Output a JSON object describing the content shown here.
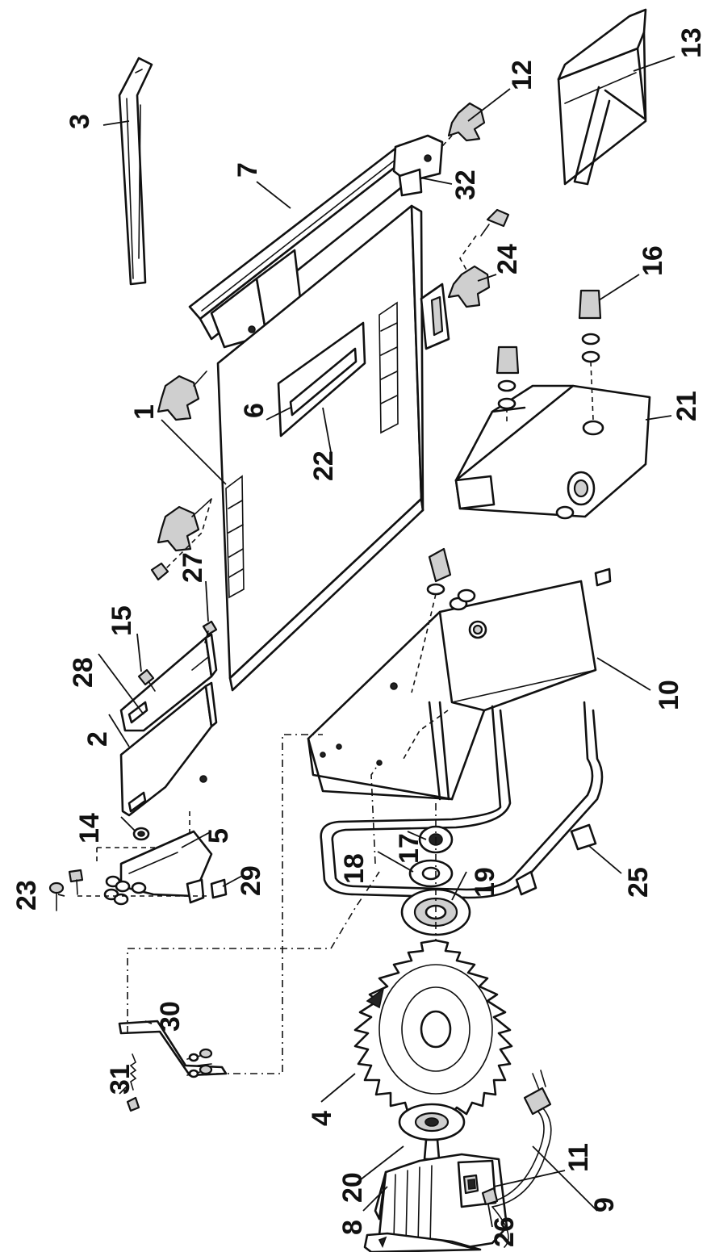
{
  "diagram": {
    "labels": [
      {
        "id": "p1",
        "text": "1",
        "part": "table-top"
      },
      {
        "id": "p2",
        "text": "2",
        "part": "blade-guard-left"
      },
      {
        "id": "p3",
        "text": "3",
        "part": "push-stick"
      },
      {
        "id": "p4",
        "text": "4",
        "part": "saw-blade"
      },
      {
        "id": "p5",
        "text": "5",
        "part": "guard-bracket"
      },
      {
        "id": "p6",
        "text": "6",
        "part": "table-insert"
      },
      {
        "id": "p7",
        "text": "7",
        "part": "rip-fence"
      },
      {
        "id": "p8",
        "text": "8",
        "part": "motor"
      },
      {
        "id": "p9",
        "text": "9",
        "part": "power-cord"
      },
      {
        "id": "p10",
        "text": "10",
        "part": "base-frame"
      },
      {
        "id": "p11",
        "text": "11",
        "part": "switch"
      },
      {
        "id": "p12",
        "text": "12",
        "part": "fence-knob"
      },
      {
        "id": "p13",
        "text": "13",
        "part": "mitre-guide"
      },
      {
        "id": "p14",
        "text": "14",
        "part": "nut"
      },
      {
        "id": "p15",
        "text": "15",
        "part": "screw"
      },
      {
        "id": "p16",
        "text": "16",
        "part": "bolt"
      },
      {
        "id": "p17",
        "text": "17",
        "part": "nut"
      },
      {
        "id": "p18",
        "text": "18",
        "part": "washer"
      },
      {
        "id": "p19",
        "text": "19",
        "part": "flange"
      },
      {
        "id": "p20",
        "text": "20",
        "part": "inner-flange"
      },
      {
        "id": "p21",
        "text": "21",
        "part": "motor-bracket"
      },
      {
        "id": "p22",
        "text": "22",
        "part": "insert-slot"
      },
      {
        "id": "p23",
        "text": "23",
        "part": "screw"
      },
      {
        "id": "p24",
        "text": "24",
        "part": "knob"
      },
      {
        "id": "p25",
        "text": "25",
        "part": "foot"
      },
      {
        "id": "p26",
        "text": "26",
        "part": "cable-clamp"
      },
      {
        "id": "p27",
        "text": "27",
        "part": "screw"
      },
      {
        "id": "p28",
        "text": "28",
        "part": "blade-guard-right"
      },
      {
        "id": "p29",
        "text": "29",
        "part": "clip"
      },
      {
        "id": "p30",
        "text": "30",
        "part": "riving-knife"
      },
      {
        "id": "p31",
        "text": "31",
        "part": "spring"
      },
      {
        "id": "p32",
        "text": "32",
        "part": "fence-clamp"
      }
    ]
  }
}
